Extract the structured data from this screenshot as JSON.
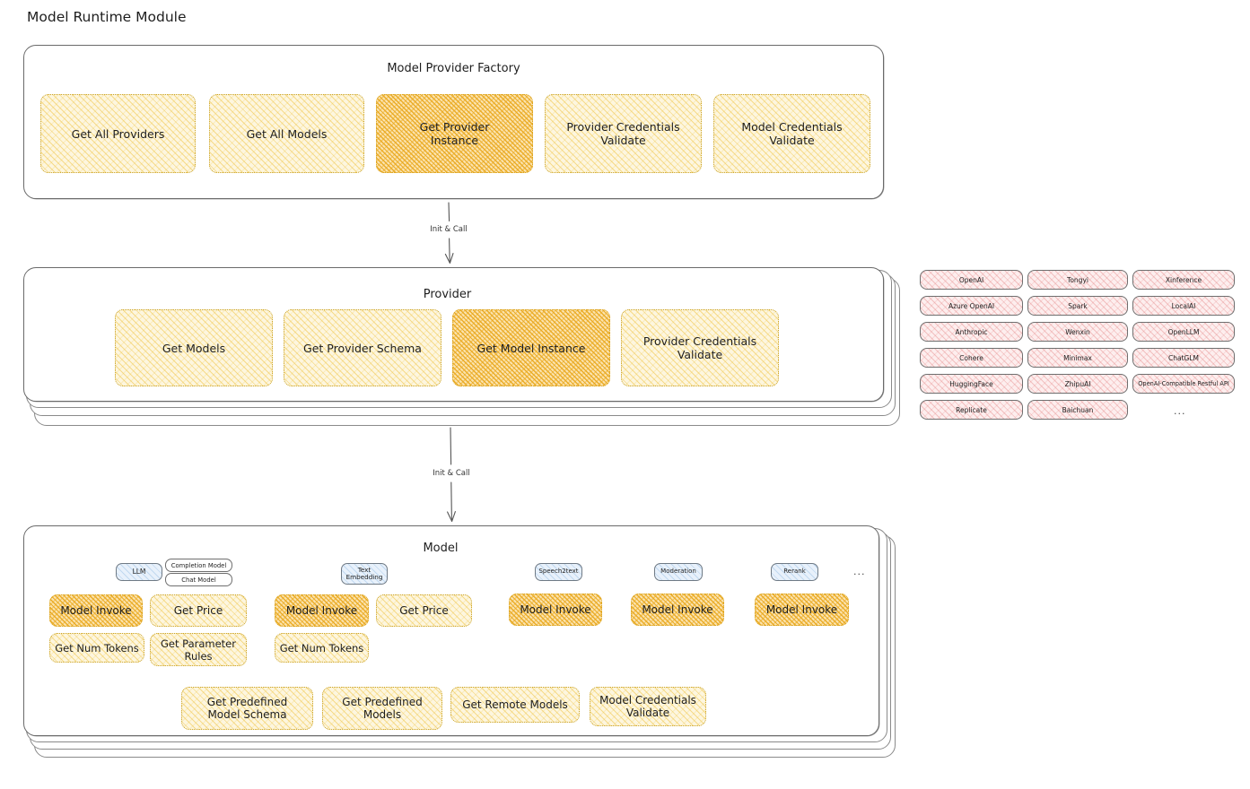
{
  "page": {
    "title": "Model Runtime Module",
    "background": "#ffffff",
    "accent_yellow": "#fdf6df",
    "accent_yellow_hot": "#fbe3ae",
    "accent_pink": "#fdeeee",
    "accent_blue": "#e8f1fb"
  },
  "factory": {
    "title": "Model Provider Factory",
    "nodes": [
      {
        "label": "Get All Providers",
        "highlighted": false
      },
      {
        "label": "Get All Models",
        "highlighted": false
      },
      {
        "label": "Get Provider Instance",
        "highlighted": true
      },
      {
        "label": "Provider Credentials Validate",
        "highlighted": false
      },
      {
        "label": "Model Credentials Validate",
        "highlighted": false
      }
    ]
  },
  "arrows": [
    {
      "label": "Init & Call",
      "from": "Model Provider Factory",
      "to": "Provider"
    },
    {
      "label": "Init & Call",
      "from": "Provider",
      "to": "Model"
    }
  ],
  "provider": {
    "title": "Provider",
    "stacked": true,
    "nodes": [
      {
        "label": "Get Models",
        "highlighted": false
      },
      {
        "label": "Get Provider Schema",
        "highlighted": false
      },
      {
        "label": "Get Model Instance",
        "highlighted": true
      },
      {
        "label": "Provider Credentials Validate",
        "highlighted": false
      }
    ]
  },
  "provider_list": {
    "ellipsis": "...",
    "columns": [
      [
        "OpenAI",
        "Azure OpenAI",
        "Anthropic",
        "Cohere",
        "HuggingFace",
        "Replicate"
      ],
      [
        "Tongyi",
        "Spark",
        "Wenxin",
        "Minimax",
        "ZhipuAI",
        "Baichuan"
      ],
      [
        "Xinference",
        "LocalAI",
        "OpenLLM",
        "ChatGLM",
        "OpenAI-Compatible Restful API"
      ]
    ]
  },
  "model": {
    "title": "Model",
    "stacked": true,
    "ellipsis": "...",
    "types": [
      {
        "tag": "LLM",
        "subtags": [
          "Completion Model",
          "Chat Model"
        ],
        "nodes": [
          {
            "label": "Model Invoke",
            "highlighted": true
          },
          {
            "label": "Get Price",
            "highlighted": false
          },
          {
            "label": "Get Num Tokens",
            "highlighted": false
          },
          {
            "label": "Get Parameter Rules",
            "highlighted": false
          }
        ]
      },
      {
        "tag": "Text Embedding",
        "subtags": [],
        "nodes": [
          {
            "label": "Model Invoke",
            "highlighted": true
          },
          {
            "label": "Get Price",
            "highlighted": false
          },
          {
            "label": "Get Num Tokens",
            "highlighted": false
          }
        ]
      },
      {
        "tag": "Speech2text",
        "subtags": [],
        "nodes": [
          {
            "label": "Model Invoke",
            "highlighted": true
          }
        ]
      },
      {
        "tag": "Moderation",
        "subtags": [],
        "nodes": [
          {
            "label": "Model Invoke",
            "highlighted": true
          }
        ]
      },
      {
        "tag": "Rerank",
        "subtags": [],
        "nodes": [
          {
            "label": "Model Invoke",
            "highlighted": true
          }
        ]
      }
    ],
    "common_nodes": [
      {
        "label": "Get Predefined Model Schema"
      },
      {
        "label": "Get Predefined Models"
      },
      {
        "label": "Get Remote Models"
      },
      {
        "label": "Model Credentials Validate"
      }
    ]
  }
}
